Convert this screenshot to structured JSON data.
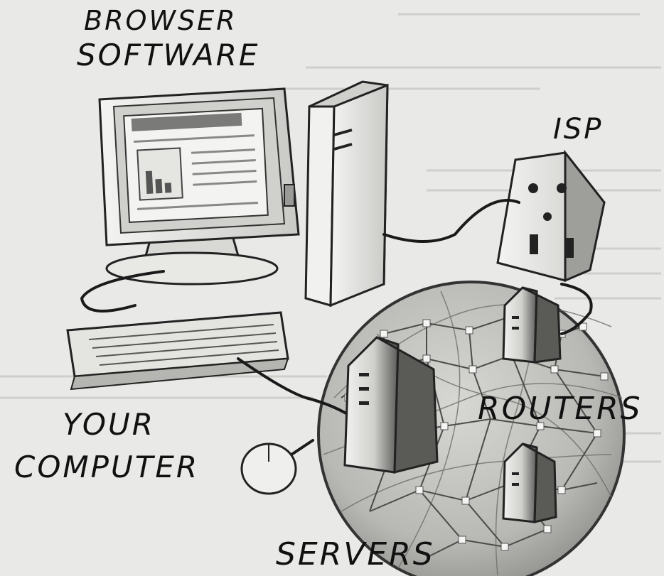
{
  "labels": {
    "browser_line1": "BROWSER",
    "browser_line2": "SOFTWARE",
    "isp": "ISP",
    "routers": "ROUTERS",
    "your_line1": "YOUR",
    "your_line2": "COMPUTER",
    "servers": "SERVERS"
  }
}
